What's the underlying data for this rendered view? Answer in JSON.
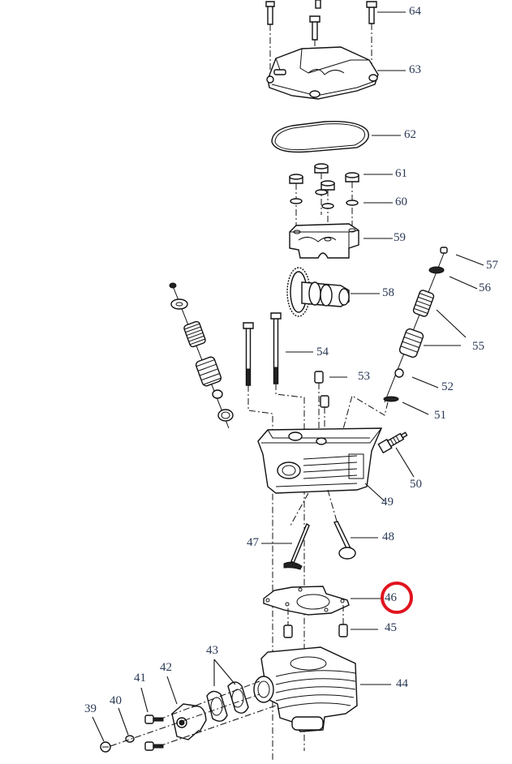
{
  "diagram": {
    "title": "Cylinder head / cylinder exploded parts view",
    "highlight": {
      "part": "46",
      "color": "#e0141e"
    },
    "label_color": "#2b3a55",
    "callouts": [
      {
        "id": "64",
        "text": "64",
        "part": "cylinder head cover bolt"
      },
      {
        "id": "63",
        "text": "63",
        "part": "cylinder head cover"
      },
      {
        "id": "62",
        "text": "62",
        "part": "cover gasket"
      },
      {
        "id": "61",
        "text": "61",
        "part": "cap nut"
      },
      {
        "id": "60",
        "text": "60",
        "part": "washer"
      },
      {
        "id": "59",
        "text": "59",
        "part": "rocker arm holder"
      },
      {
        "id": "58",
        "text": "58",
        "part": "camshaft with sprocket"
      },
      {
        "id": "57",
        "text": "57",
        "part": "valve cotter"
      },
      {
        "id": "56",
        "text": "56",
        "part": "valve spring retainer"
      },
      {
        "id": "55",
        "text": "55",
        "part": "valve springs"
      },
      {
        "id": "54",
        "text": "54",
        "part": "stud bolt"
      },
      {
        "id": "53",
        "text": "53",
        "part": "valve stem seal"
      },
      {
        "id": "52",
        "text": "52",
        "part": "dowel pin"
      },
      {
        "id": "51",
        "text": "51",
        "part": "spring seat"
      },
      {
        "id": "50",
        "text": "50",
        "part": "spark plug"
      },
      {
        "id": "49",
        "text": "49",
        "part": "cylinder head"
      },
      {
        "id": "48",
        "text": "48",
        "part": "intake valve"
      },
      {
        "id": "47",
        "text": "47",
        "part": "exhaust valve"
      },
      {
        "id": "46",
        "text": "46",
        "part": "cylinder head gasket"
      },
      {
        "id": "45",
        "text": "45",
        "part": "dowel pin"
      },
      {
        "id": "44",
        "text": "44",
        "part": "cylinder"
      },
      {
        "id": "43",
        "text": "43",
        "part": "gaskets"
      },
      {
        "id": "42",
        "text": "42",
        "part": "tensioner"
      },
      {
        "id": "41",
        "text": "41",
        "part": "bolt"
      },
      {
        "id": "40",
        "text": "40",
        "part": "washer"
      },
      {
        "id": "39",
        "text": "39",
        "part": "screw"
      }
    ]
  }
}
